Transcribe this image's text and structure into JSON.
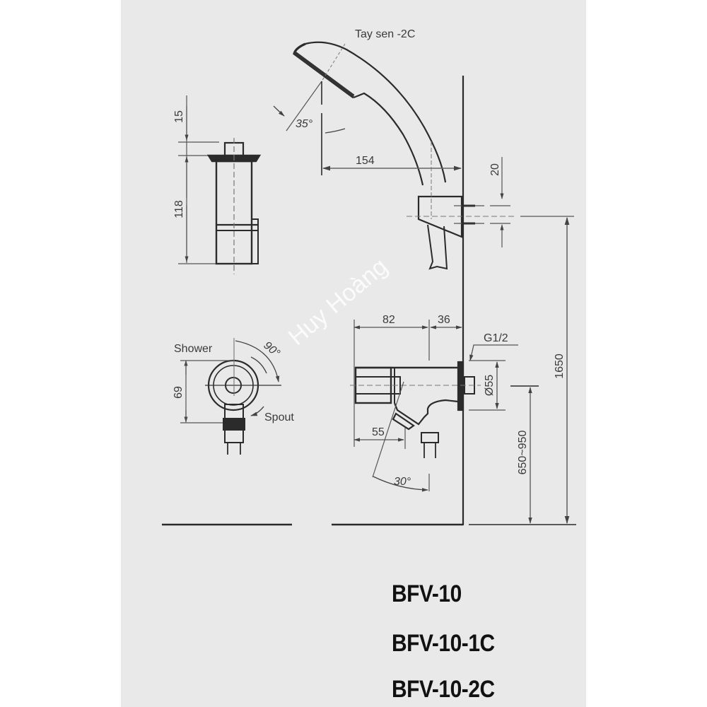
{
  "title": "BFV-10 shower mixer technical drawing",
  "watermark": "Huy Hoàng",
  "colors": {
    "panel_bg": "#e9e9e9",
    "page_bg": "#ffffff",
    "line": "#2b2b2b",
    "dim_line": "#555555",
    "model_text": "#111111"
  },
  "views": {
    "handshower": {
      "label": "Tay sen -2C",
      "angle": "35°",
      "reach": "154",
      "holder_offset": "20"
    },
    "cartridge_side": {
      "top_dim": "15",
      "body_dim": "118"
    },
    "handle_front": {
      "label_shower": "Shower",
      "label_spout": "Spout",
      "rotation": "90°",
      "height_dim": "69"
    },
    "valve_side": {
      "dim_82": "82",
      "dim_36": "36",
      "thread": "G1/2",
      "flange_dia": "Ø55",
      "spout_offset": "55",
      "spout_angle": "30°",
      "install_height": "650~950",
      "holder_height": "1650"
    }
  },
  "models": [
    "BFV-10",
    "BFV-10-1C",
    "BFV-10-2C"
  ]
}
